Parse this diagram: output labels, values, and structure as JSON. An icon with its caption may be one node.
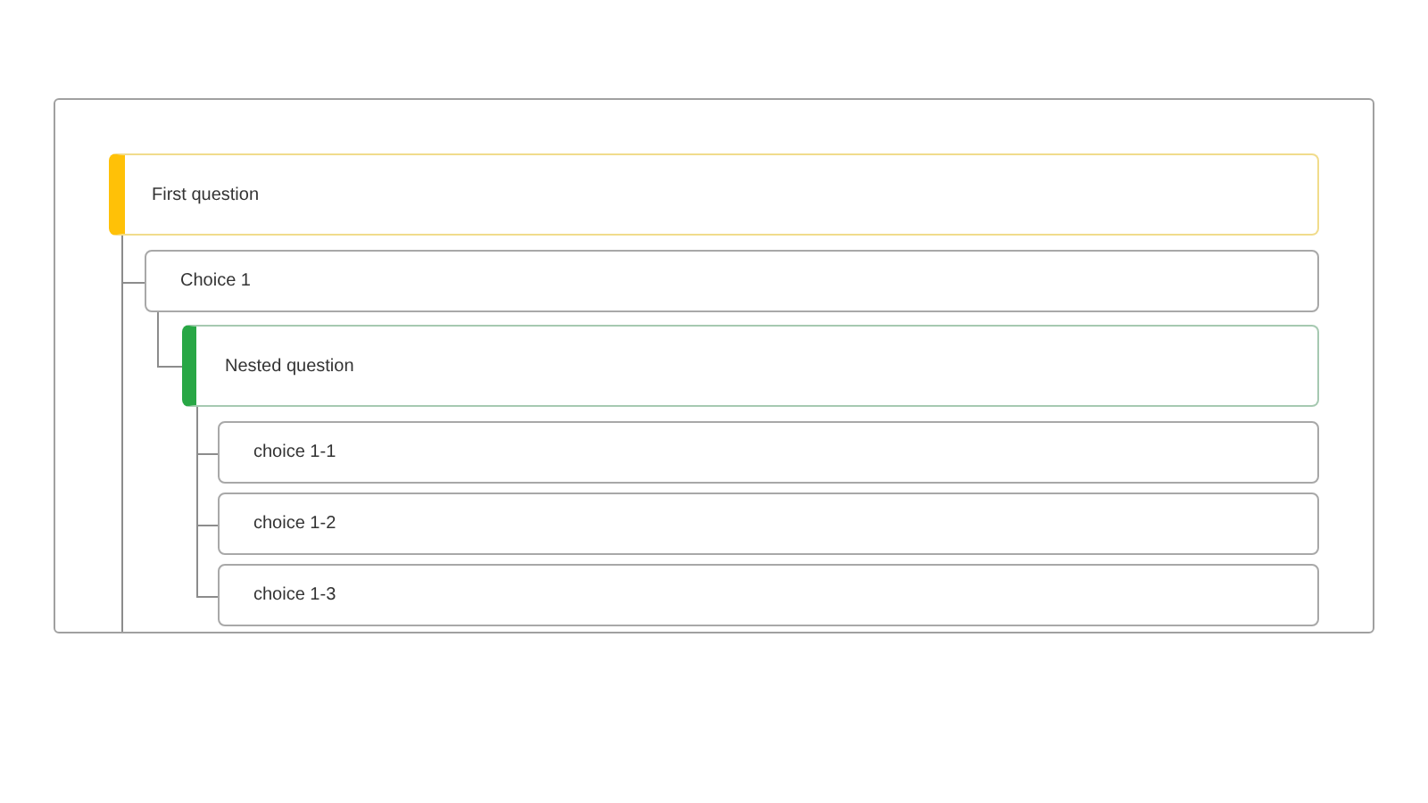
{
  "diagram": {
    "nodes": [
      {
        "text": [],
        "shape": "box"
      },
      {
        "text": [
          "First question"
        ],
        "in": 0
      },
      {
        "text": [
          "Choice 1"
        ],
        "in": 0
      },
      {
        "text": [
          "Nested question"
        ],
        "in": 0
      },
      {
        "text": [
          "choice 1-1"
        ],
        "in": 0
      },
      {
        "text": [
          "choice 1-2"
        ],
        "in": 0
      },
      {
        "text": [
          "choice 1-3"
        ],
        "in": 0
      }
    ],
    "edges": [
      {
        "from": 1,
        "to": 2,
        "arrow": "none"
      },
      {
        "from": 2,
        "to": 3,
        "arrow": "none"
      },
      {
        "from": 3,
        "to": 4,
        "arrow": "none"
      },
      {
        "from": 3,
        "to": 5,
        "arrow": "none"
      },
      {
        "from": 3,
        "to": 6,
        "arrow": "none"
      }
    ]
  }
}
